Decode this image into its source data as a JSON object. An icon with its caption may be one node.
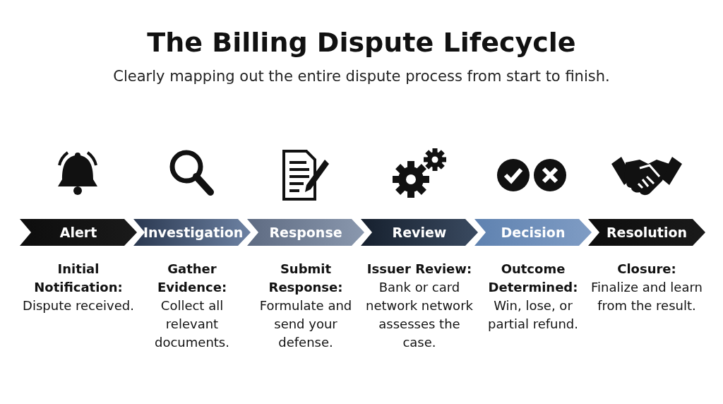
{
  "diagram": {
    "title": "The Billing Dispute Lifecycle",
    "caption": "Clearly mapping out the entire dispute process from start to finish.",
    "nodes": [
      {
        "text": [
          "Alert"
        ],
        "beside": [
          "Initial Notification:",
          "Dispute received."
        ]
      },
      {
        "text": [
          "Investigation"
        ],
        "beside": [
          "Gather Evidence:",
          "Collect all relevant documents."
        ]
      },
      {
        "text": [
          "Response"
        ],
        "beside": [
          "Submit Response:",
          "Formulate and send your defense."
        ]
      },
      {
        "text": [
          "Review"
        ],
        "beside": [
          "Issuer Review:",
          "Bank or card network network assesses the case."
        ]
      },
      {
        "text": [
          "Decision"
        ],
        "beside": [
          "Outcome Determined:",
          "Win, lose, or partial refund."
        ]
      },
      {
        "text": [
          "Resolution"
        ],
        "beside": [
          "Closure:",
          "Finalize and learn from the result."
        ]
      }
    ]
  }
}
